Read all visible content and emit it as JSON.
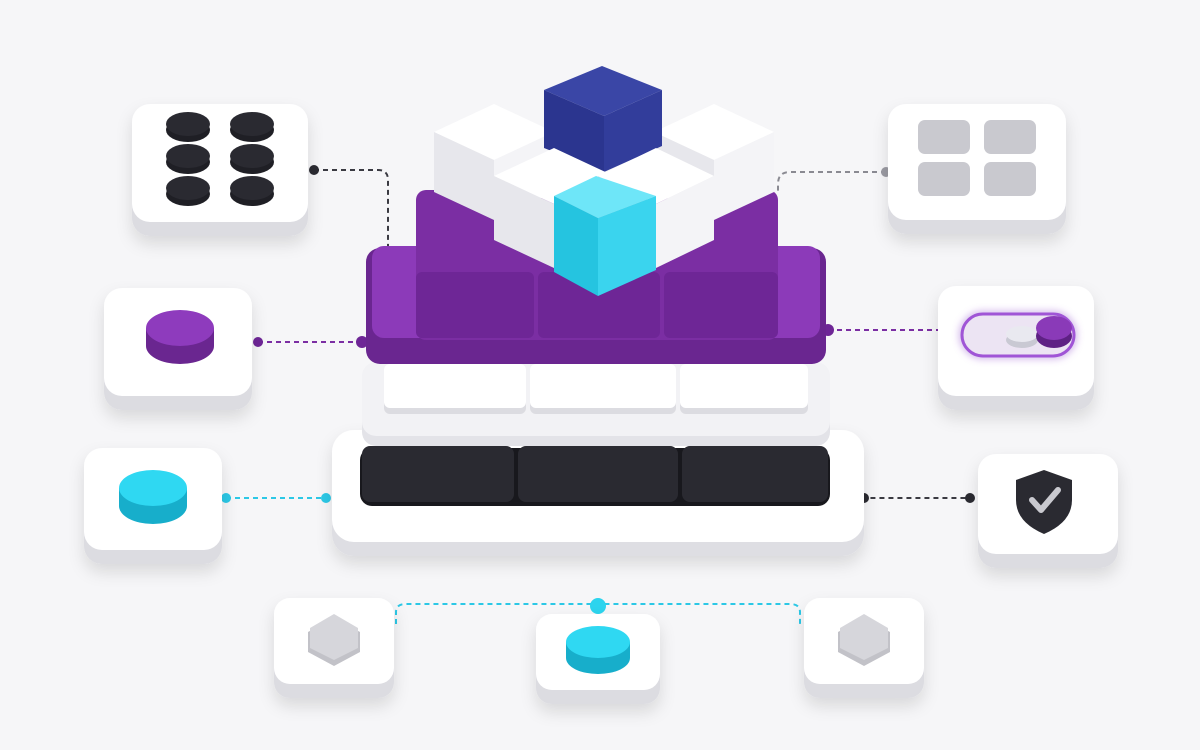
{
  "colors": {
    "background": "#f6f6f8",
    "card_top": "#ffffff",
    "card_side": "#d9d9de",
    "dark": "#23232a",
    "purple": "#7b2ea3",
    "purple_light": "#9a49c4",
    "cyan": "#2cd4ee",
    "navy": "#2b358f",
    "gray_chip": "#b9b9c0",
    "white_block": "#fbfbfd"
  },
  "nodes": [
    {
      "id": "node-dots-grid",
      "icon": "dot-grid-icon"
    },
    {
      "id": "node-tile-grid",
      "icon": "tile-grid-icon"
    },
    {
      "id": "node-purple-disc",
      "icon": "purple-disc-icon"
    },
    {
      "id": "node-toggle",
      "icon": "toggle-switch-icon"
    },
    {
      "id": "node-cyan-disc",
      "icon": "cyan-disc-icon"
    },
    {
      "id": "node-shield",
      "icon": "shield-check-icon"
    },
    {
      "id": "node-hex-left",
      "icon": "hexagon-icon"
    },
    {
      "id": "node-cyan-bottom",
      "icon": "cyan-disc-icon"
    },
    {
      "id": "node-hex-right",
      "icon": "hexagon-icon"
    }
  ],
  "central_stack": {
    "layers": [
      "dark-base-layer",
      "white-middle-layer",
      "purple-top-layer",
      "cube-cluster"
    ]
  }
}
